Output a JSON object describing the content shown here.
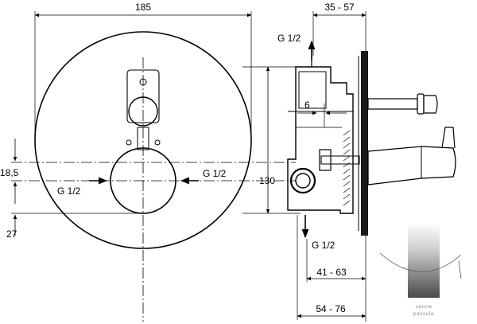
{
  "dimensions": {
    "width_total": "185",
    "depth_top": "35 - 57",
    "thread_top": "G 1/2",
    "offset_small": "6",
    "height_total": "130",
    "left_thread": "G 1/2",
    "right_thread": "G 1/2",
    "thread_bottom": "G 1/2",
    "vertical_upper": "18,5",
    "vertical_lower": "27",
    "depth_mid": "41 - 63",
    "depth_bottom": "54 - 76"
  },
  "watermark": {
    "line1": "venne",
    "line2": "passule"
  },
  "colors": {
    "ink": "#000000",
    "plate": "#1a1a1a"
  }
}
